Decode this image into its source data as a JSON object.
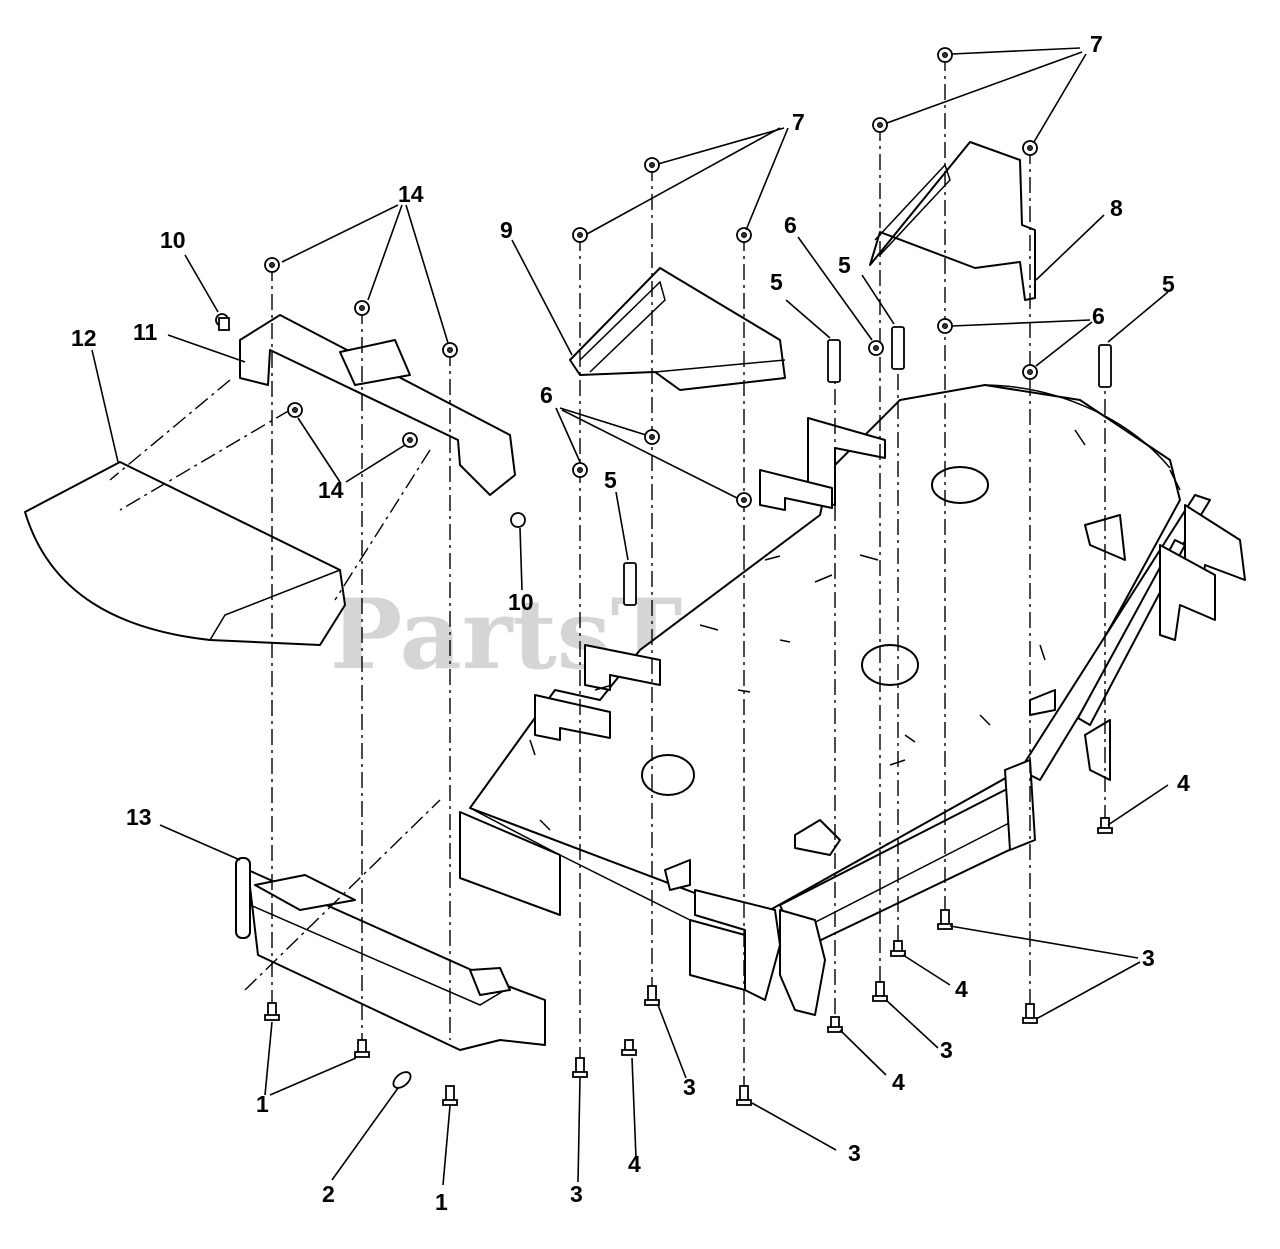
{
  "watermark": {
    "text": "PartsTree",
    "trademark": "™"
  },
  "callouts": [
    {
      "id": "c1a",
      "text": "1"
    },
    {
      "id": "c1b",
      "text": "1"
    },
    {
      "id": "c2",
      "text": "2"
    },
    {
      "id": "c3a",
      "text": "3"
    },
    {
      "id": "c3b",
      "text": "3"
    },
    {
      "id": "c3c",
      "text": "3"
    },
    {
      "id": "c3d",
      "text": "3"
    },
    {
      "id": "c3e",
      "text": "3"
    },
    {
      "id": "c4a",
      "text": "4"
    },
    {
      "id": "c4b",
      "text": "4"
    },
    {
      "id": "c4c",
      "text": "4"
    },
    {
      "id": "c4d",
      "text": "4"
    },
    {
      "id": "c5a",
      "text": "5"
    },
    {
      "id": "c5b",
      "text": "5"
    },
    {
      "id": "c5c",
      "text": "5"
    },
    {
      "id": "c5d",
      "text": "5"
    },
    {
      "id": "c6a",
      "text": "6"
    },
    {
      "id": "c6b",
      "text": "6"
    },
    {
      "id": "c6c",
      "text": "6"
    },
    {
      "id": "c7a",
      "text": "7"
    },
    {
      "id": "c7b",
      "text": "7"
    },
    {
      "id": "c8",
      "text": "8"
    },
    {
      "id": "c9",
      "text": "9"
    },
    {
      "id": "c10a",
      "text": "10"
    },
    {
      "id": "c10b",
      "text": "10"
    },
    {
      "id": "c11",
      "text": "11"
    },
    {
      "id": "c12",
      "text": "12"
    },
    {
      "id": "c13",
      "text": "13"
    },
    {
      "id": "c14a",
      "text": "14"
    },
    {
      "id": "c14b",
      "text": "14"
    }
  ]
}
